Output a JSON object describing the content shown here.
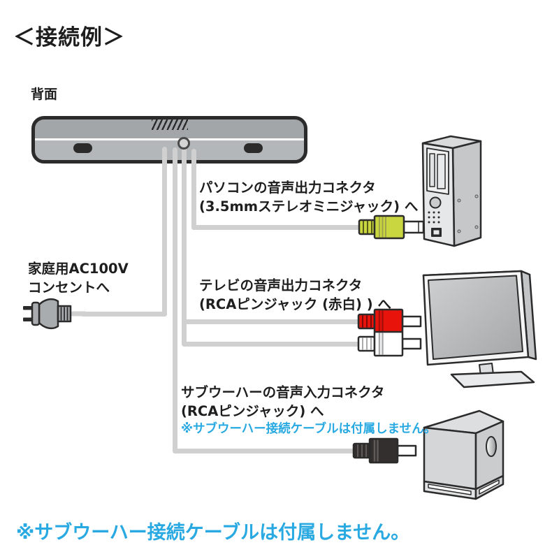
{
  "title": "＜接続例＞",
  "soundbar": {
    "label": "背面"
  },
  "colors": {
    "note_blue": "#29A9E1",
    "cable": "#D0D0D0",
    "outline": "#2B2B2B",
    "plug_yellow": "#C9D63F",
    "plug_red": "#E8140C",
    "plug_white": "#FFFFFF",
    "plug_black": "#332F2E"
  },
  "connections": {
    "pc": {
      "line1": "パソコンの音声出力コネクタ",
      "line2": "(3.5mmステレオミニジャック) へ"
    },
    "ac": {
      "line1": "家庭用AC100V",
      "line2": "コンセントへ"
    },
    "tv": {
      "line1": "テレビの音声出力コネクタ",
      "line2": "(RCAピンジャック (赤白) ) へ"
    },
    "subwoofer": {
      "line1": "サブウーハーの音声入力コネクタ",
      "line2": "(RCAピンジャック) へ",
      "note": "※サブウーハー接続ケーブルは付属しません。"
    }
  },
  "footer_note": "※サブウーハー接続ケーブルは付属しません。"
}
